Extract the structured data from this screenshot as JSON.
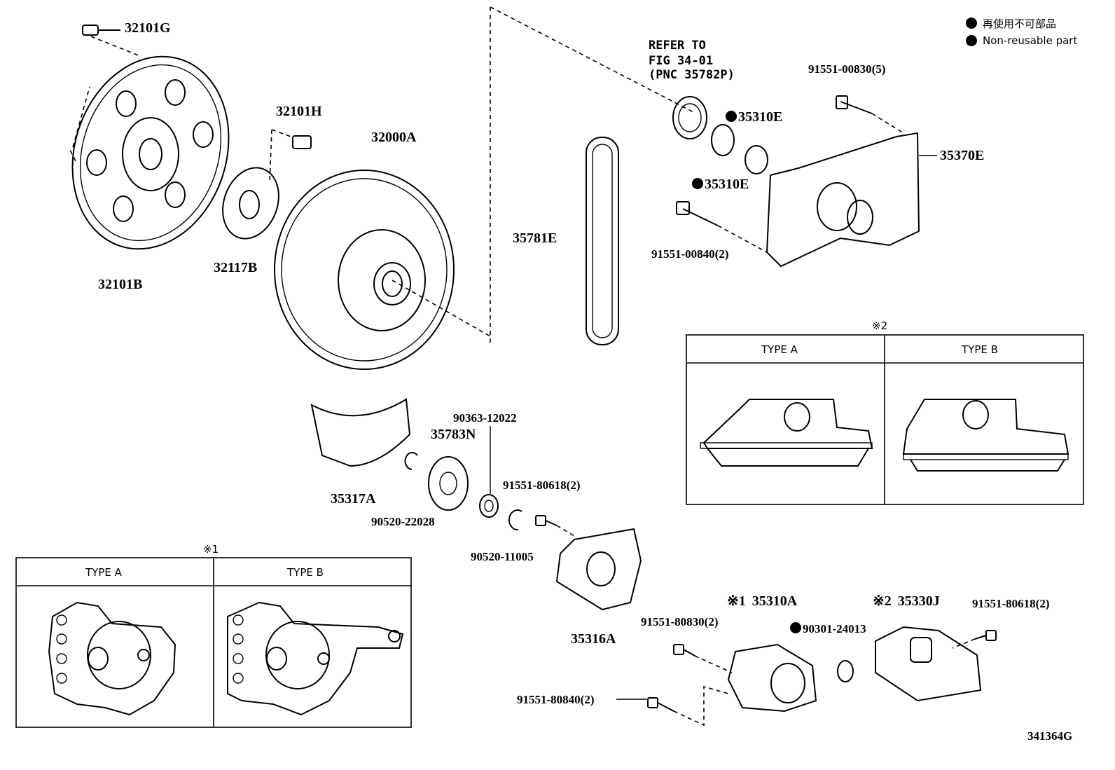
{
  "legend": {
    "non_reusable_ja": "再使用不可部品",
    "non_reusable_en": "Non-reusable part"
  },
  "refer": {
    "line1": "REFER TO",
    "line2": "FIG 34-01",
    "line3": "(PNC 35782P)"
  },
  "parts": {
    "p32101G": "32101G",
    "p32101B": "32101B",
    "p32101H": "32101H",
    "p32117B": "32117B",
    "p32000A": "32000A",
    "p35781E": "35781E",
    "p35310E_a": "35310E",
    "p35310E_b": "35310E",
    "p35370E": "35370E",
    "p91551_00830": "91551-00830(5)",
    "p91551_00840": "91551-00840(2)",
    "p35317A": "35317A",
    "p90363_12022": "90363-12022",
    "p35783N": "35783N",
    "p90520_22028": "90520-22028",
    "p91551_80618_a": "91551-80618(2)",
    "p90520_11005": "90520-11005",
    "p35316A": "35316A",
    "p35310A": "35310A",
    "p35330J": "35330J",
    "p91551_80618_b": "91551-80618(2)",
    "p91551_80830": "91551-80830(2)",
    "p90301_24013": "90301-24013",
    "p91551_80840": "91551-80840(2)"
  },
  "markers": {
    "ref1": "※1",
    "ref2": "※2"
  },
  "box1": {
    "title": "※1",
    "col_a": "TYPE A",
    "col_b": "TYPE B"
  },
  "box2": {
    "title": "※2",
    "col_a": "TYPE A",
    "col_b": "TYPE B"
  },
  "figure_id": "341364G"
}
